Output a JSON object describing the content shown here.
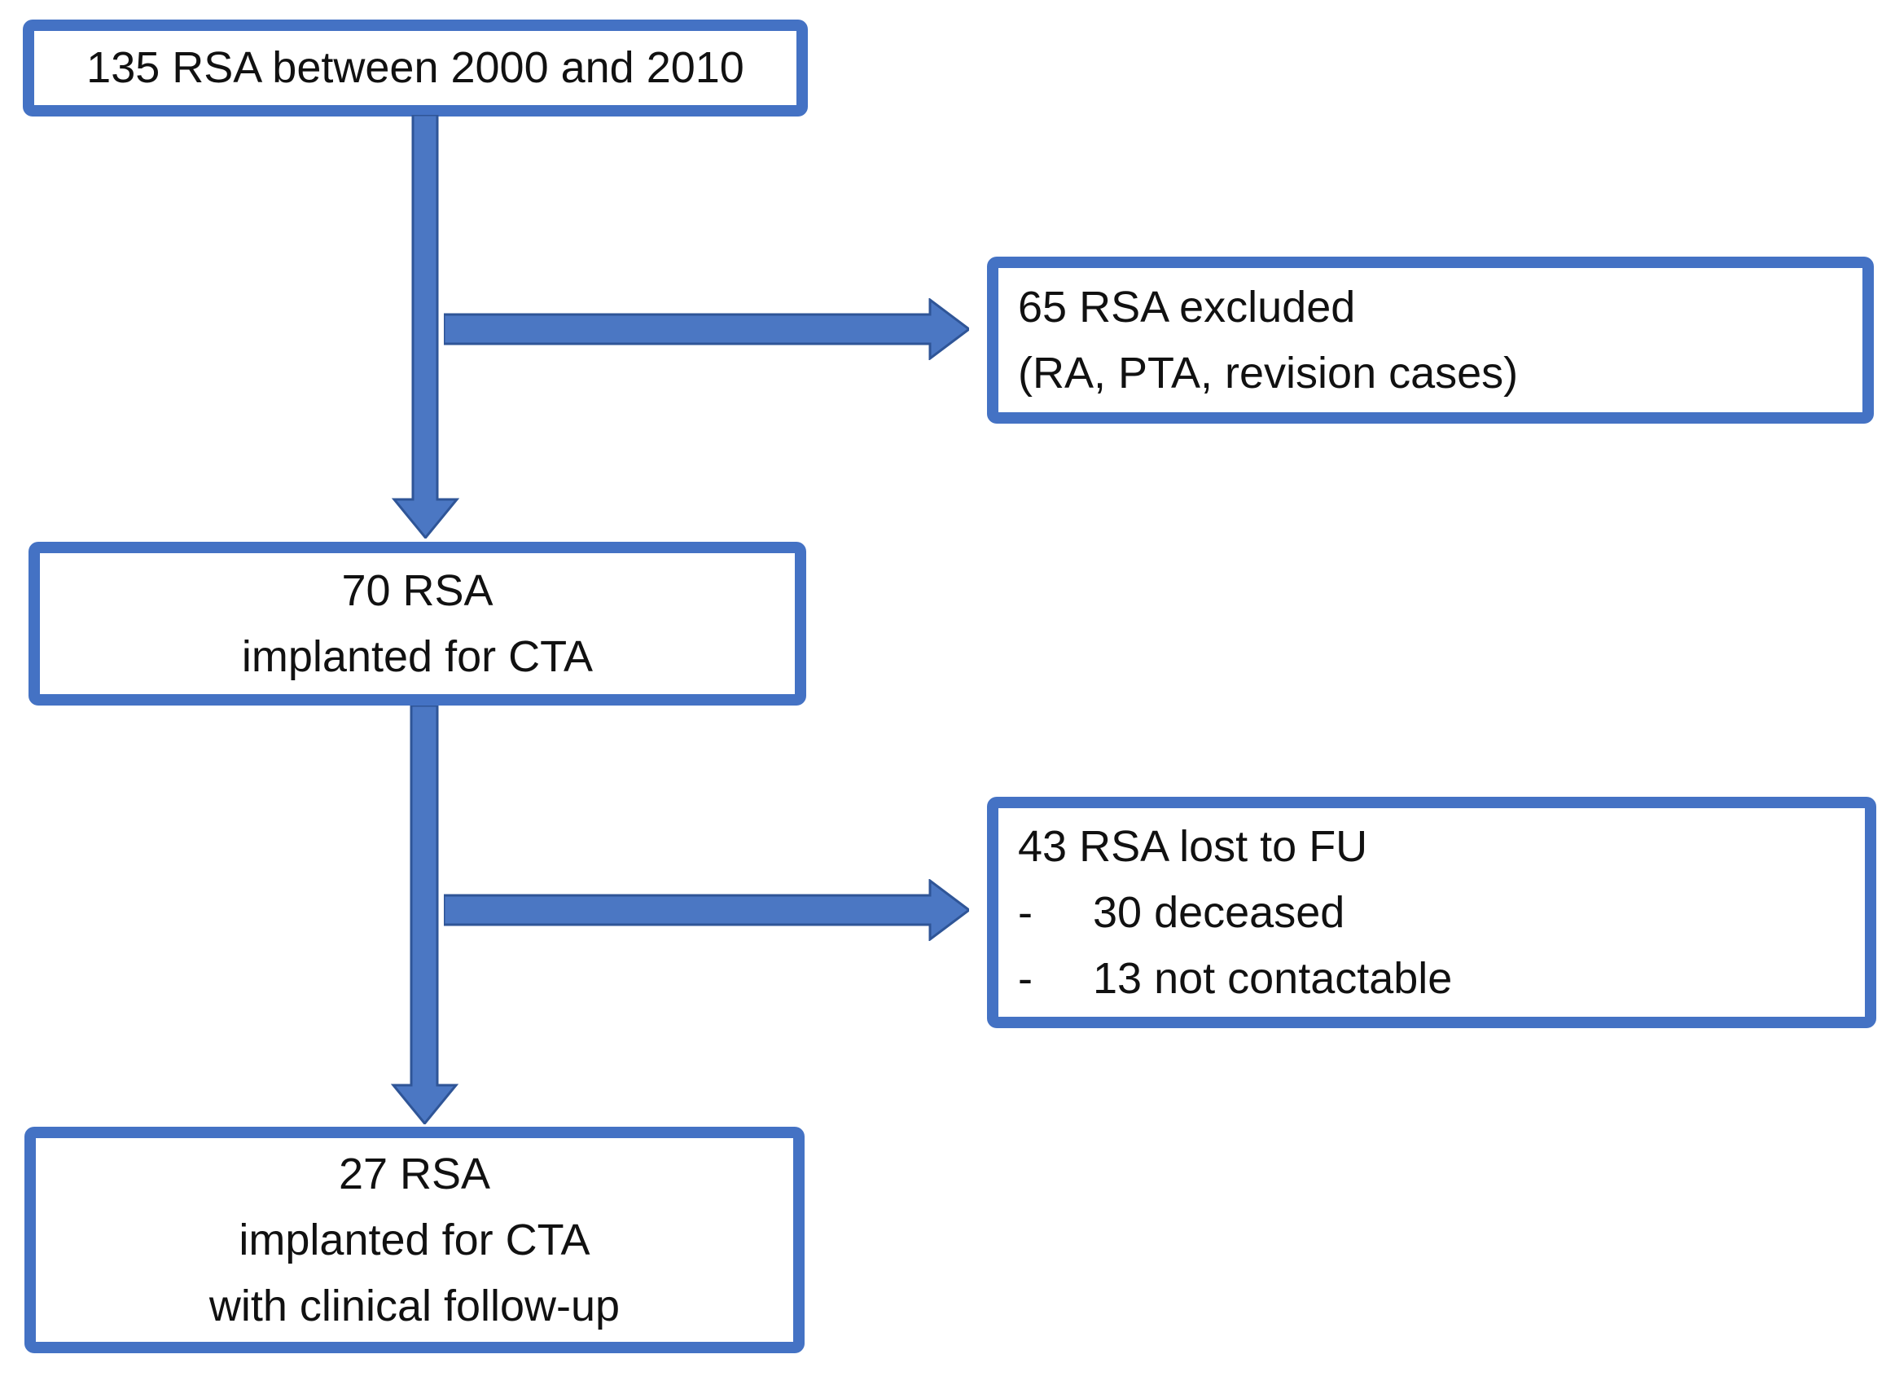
{
  "diagram": {
    "type": "flowchart",
    "boxes": [
      {
        "id": "box-135",
        "lines": [
          "135 RSA between 2000 and 2010"
        ]
      },
      {
        "id": "box-excluded",
        "lines": [
          "65 RSA excluded",
          "(RA, PTA, revision cases)"
        ]
      },
      {
        "id": "box-70",
        "lines": [
          "70 RSA",
          "implanted for CTA"
        ]
      },
      {
        "id": "box-lost",
        "lines": [
          "43 RSA lost to FU"
        ],
        "bullets": [
          {
            "marker": "-",
            "text": "30 deceased"
          },
          {
            "marker": "-",
            "text": "13 not contactable"
          }
        ]
      },
      {
        "id": "box-27",
        "lines": [
          "27 RSA",
          "implanted for CTA",
          "with clinical follow-up"
        ]
      }
    ],
    "colors": {
      "border": "#4472C4",
      "arrow_fill": "#4b77c3",
      "arrow_stroke": "#2f5597",
      "text": "#111111",
      "background": "#ffffff"
    }
  }
}
